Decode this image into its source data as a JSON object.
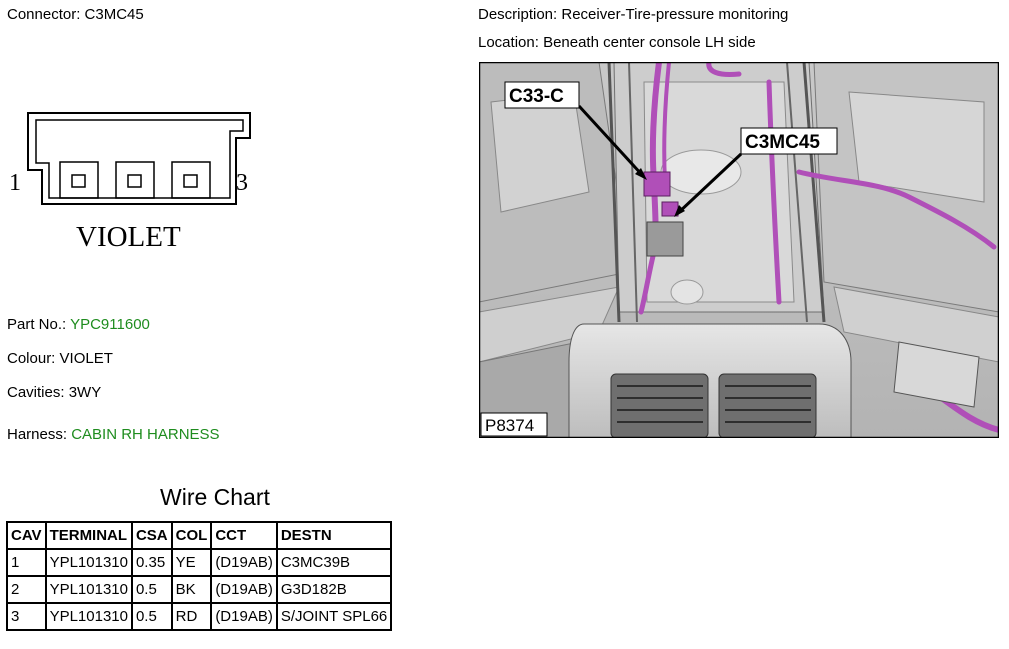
{
  "connector": {
    "label": "Connector:",
    "value": "C3MC45"
  },
  "description": {
    "label": "Description:",
    "value": "Receiver-Tire-pressure monitoring"
  },
  "location": {
    "label": "Location:",
    "value": "Beneath center console LH side"
  },
  "diagram": {
    "pin_left": "1",
    "pin_right": "3",
    "color_text": "VIOLET"
  },
  "part": {
    "label": "Part No.:",
    "value": "YPC911600"
  },
  "colour": {
    "label": "Colour:",
    "value": "VIOLET"
  },
  "cavities": {
    "label": "Cavities:",
    "value": "3WY"
  },
  "harness": {
    "label": "Harness:",
    "value": "CABIN RH HARNESS"
  },
  "photo": {
    "callout_1": "C33-C",
    "callout_2": "C3MC45",
    "ref": "P8374",
    "accent_color": "#b04fb8"
  },
  "wire_chart": {
    "title": "Wire Chart",
    "headers": [
      "CAV",
      "TERMINAL",
      "CSA",
      "COL",
      "CCT",
      "DESTN"
    ],
    "rows": [
      [
        "1",
        "YPL101310",
        "0.35",
        "YE",
        "(D19AB)",
        "C3MC39B"
      ],
      [
        "2",
        "YPL101310",
        "0.5",
        "BK",
        "(D19AB)",
        "G3D182B"
      ],
      [
        "3",
        "YPL101310",
        "0.5",
        "RD",
        "(D19AB)",
        "S/JOINT SPL66"
      ]
    ]
  }
}
